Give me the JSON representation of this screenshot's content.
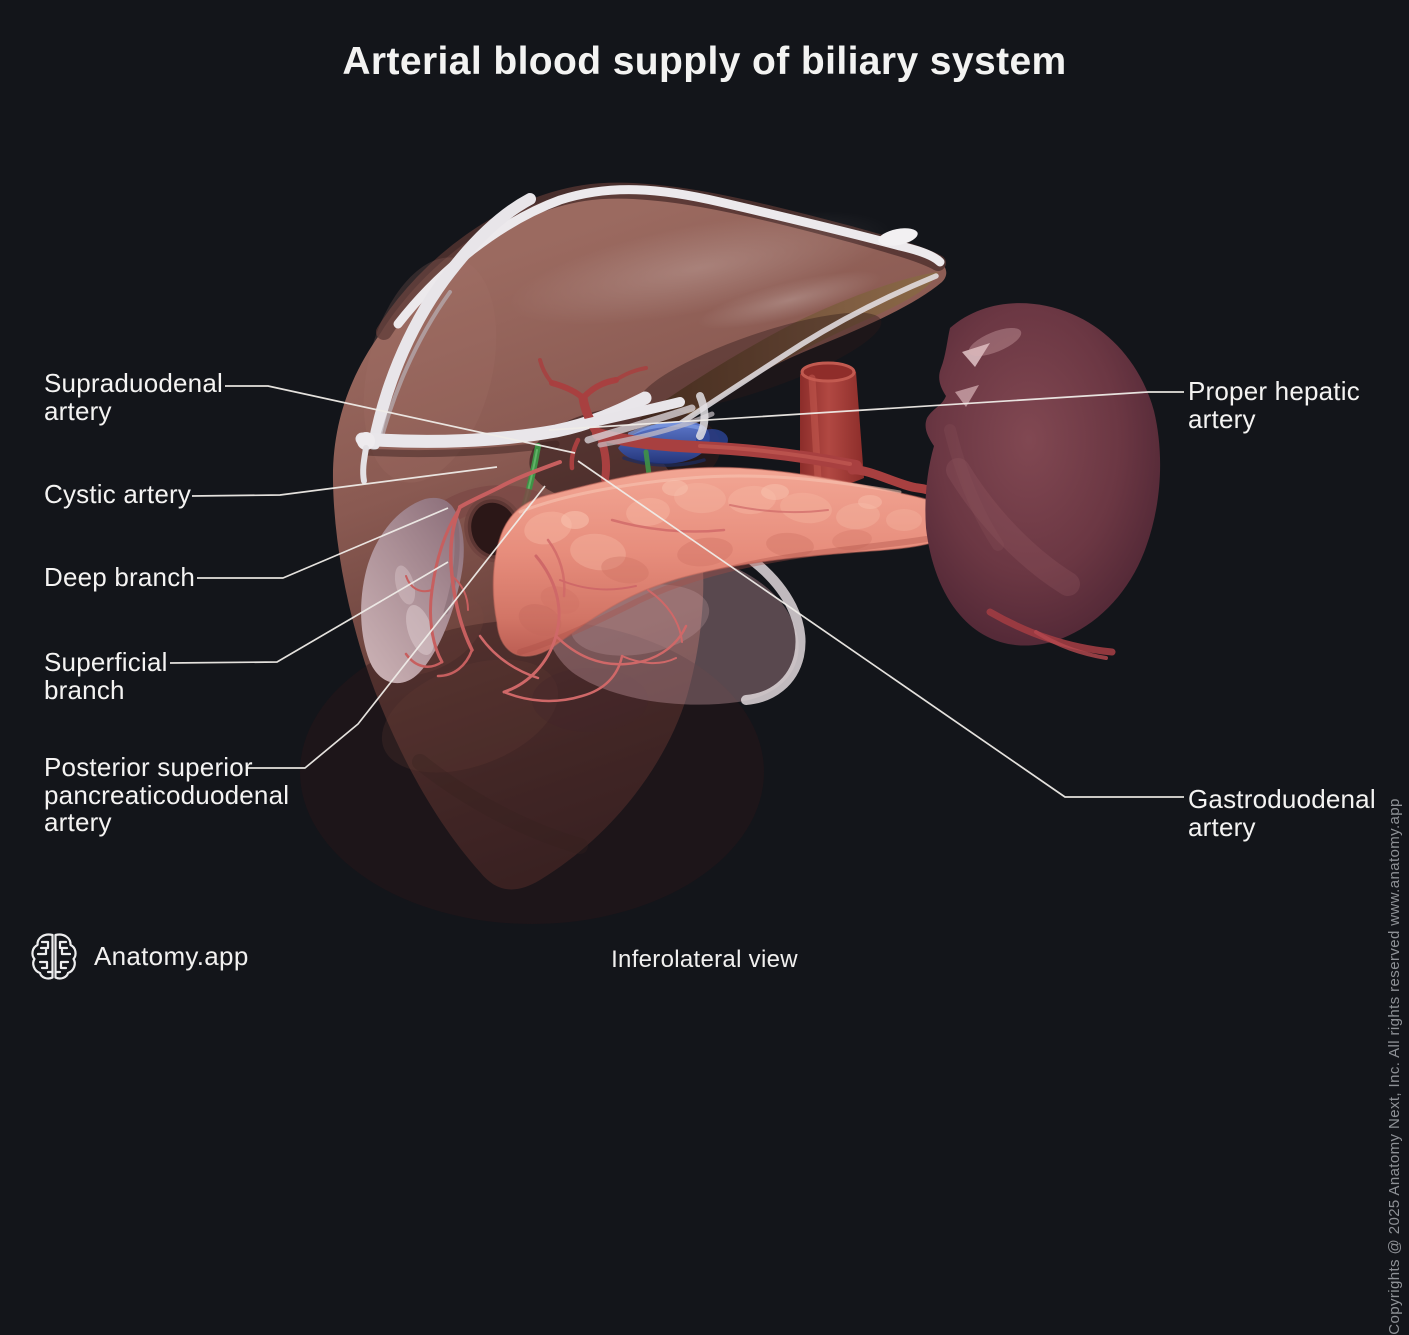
{
  "title": "Arterial blood supply of biliary system",
  "view_caption": "Inferolateral view",
  "brand": {
    "name": "Anatomy.app",
    "logo_icon": "brain-icon"
  },
  "copyright_vertical": "Copyrights @ 2025 Anatomy Next, Inc. All rights reserved www.anatomy.app",
  "annotations": {
    "left": [
      {
        "id": "supraduodenal-artery",
        "text": "Supraduodenal\nartery"
      },
      {
        "id": "cystic-artery",
        "text": "Cystic artery"
      },
      {
        "id": "deep-branch",
        "text": "Deep branch"
      },
      {
        "id": "superficial-branch",
        "text": "Superficial\nbranch"
      },
      {
        "id": "posterior-superior-pancreaticoduodenal-artery",
        "text": "Posterior superior\npancreaticoduodenal\nartery"
      }
    ],
    "right": [
      {
        "id": "proper-hepatic-artery",
        "text": "Proper hepatic\nartery"
      },
      {
        "id": "gastroduodenal-artery",
        "text": "Gastroduodenal\nartery"
      }
    ]
  },
  "illustration": {
    "structures": [
      "liver",
      "falciform-ligament",
      "gallbladder",
      "duodenum",
      "pancreas",
      "spleen",
      "celiac-trunk",
      "hepatic-arteries",
      "cystic-artery-branches",
      "portal-vein",
      "common-bile-duct"
    ]
  },
  "colors": {
    "background": "#13151a",
    "text_primary": "#f4f3f2",
    "text_muted": "#8e9196",
    "leader_line": "#efece8",
    "liver": "#7a4c45",
    "liver_underside": "#7b5a3e",
    "pancreas": "#e08a7a",
    "spleen": "#6f3b46",
    "gallbladder": "#bfa3a9",
    "duodenum": "#bb9095",
    "artery": "#a84040",
    "portal_vein": "#3450a5",
    "bile_duct": "#3f9246",
    "ligament_white": "#e9e6ea"
  }
}
